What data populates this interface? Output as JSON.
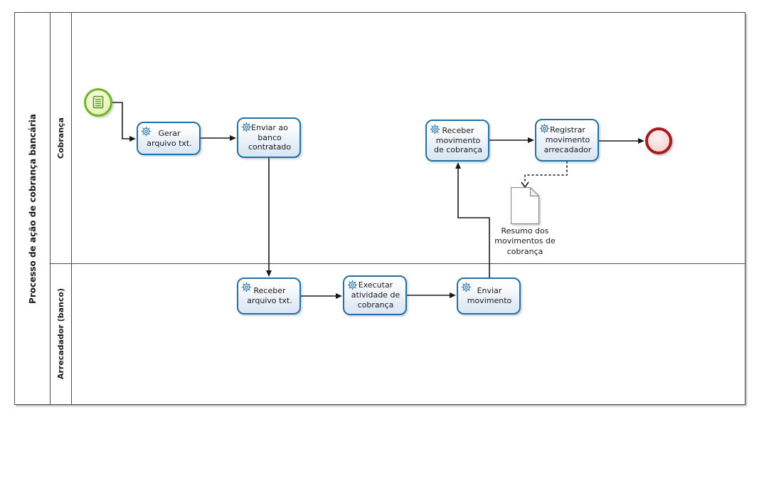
{
  "pool": {
    "title": "Processo de ação de cobrança bancária"
  },
  "lanes": [
    {
      "label": "Cobrança"
    },
    {
      "label": "Arrecadador (banco)"
    }
  ],
  "tasks": [
    {
      "id": "gerar-arquivo-txt",
      "label": "Gerar arquivo txt.",
      "lane": "Cobrança",
      "type": "service"
    },
    {
      "id": "enviar-ao-banco-contratado",
      "label": "Enviar ao banco contratado",
      "lane": "Cobrança",
      "type": "service"
    },
    {
      "id": "receber-movimento-de-cobranca",
      "label": "Receber movimento de cobrança",
      "lane": "Cobrança",
      "type": "service"
    },
    {
      "id": "registrar-movimento-arrecadador",
      "label": "Registrar movimento arrecadador",
      "lane": "Cobrança",
      "type": "service"
    },
    {
      "id": "receber-arquivo-txt",
      "label": "Receber arquivo txt.",
      "lane": "Arrecadador (banco)",
      "type": "service"
    },
    {
      "id": "executar-atividade-de-cobranca",
      "label": "Executar atividade de cobrança",
      "lane": "Arrecadador (banco)",
      "type": "service"
    },
    {
      "id": "enviar-movimento",
      "label": "Enviar movimento",
      "lane": "Arrecadador (banco)",
      "type": "service"
    }
  ],
  "artifacts": {
    "data_object_label": "Resumo dos movimentos de cobrança"
  },
  "events": {
    "start": "start-event-document",
    "end": "end-event"
  },
  "colors": {
    "task_border": "#1f72a1",
    "task_fill_bottom": "#d9e6f3",
    "gear_icon": "#3f84b0",
    "start_event_border": "#72b227",
    "start_event_fill": "#eaf6c6",
    "end_event_border": "#a21d1d",
    "end_event_fill": "#f7dada",
    "pool_border": "#4d4d4d",
    "connector": "#1a1a1a",
    "data_object_border": "#8a8a8a"
  }
}
